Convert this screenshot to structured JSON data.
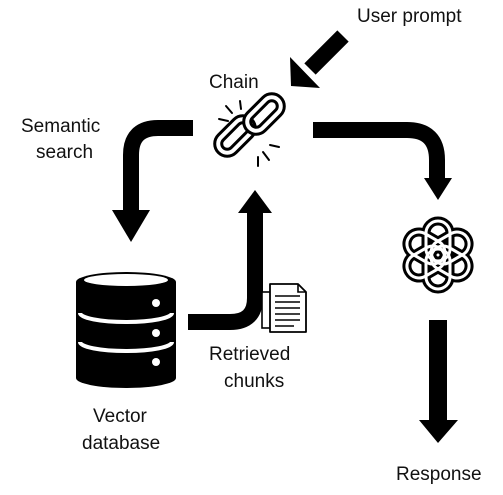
{
  "labels": {
    "user_prompt": "User prompt",
    "chain": "Chain",
    "semantic_search_line1": "Semantic",
    "semantic_search_line2": "search",
    "retrieved_chunks_line1": "Retrieved",
    "retrieved_chunks_line2": "chunks",
    "vector_database_line1": "Vector",
    "vector_database_line2": "database",
    "response": "Response"
  },
  "icons": {
    "chain": "chain-link-icon",
    "llm": "openai-knot-icon",
    "database": "database-cylinder-icon",
    "document": "document-icon"
  },
  "colors": {
    "ink": "#000000",
    "text": "#111111",
    "background": "#ffffff"
  }
}
